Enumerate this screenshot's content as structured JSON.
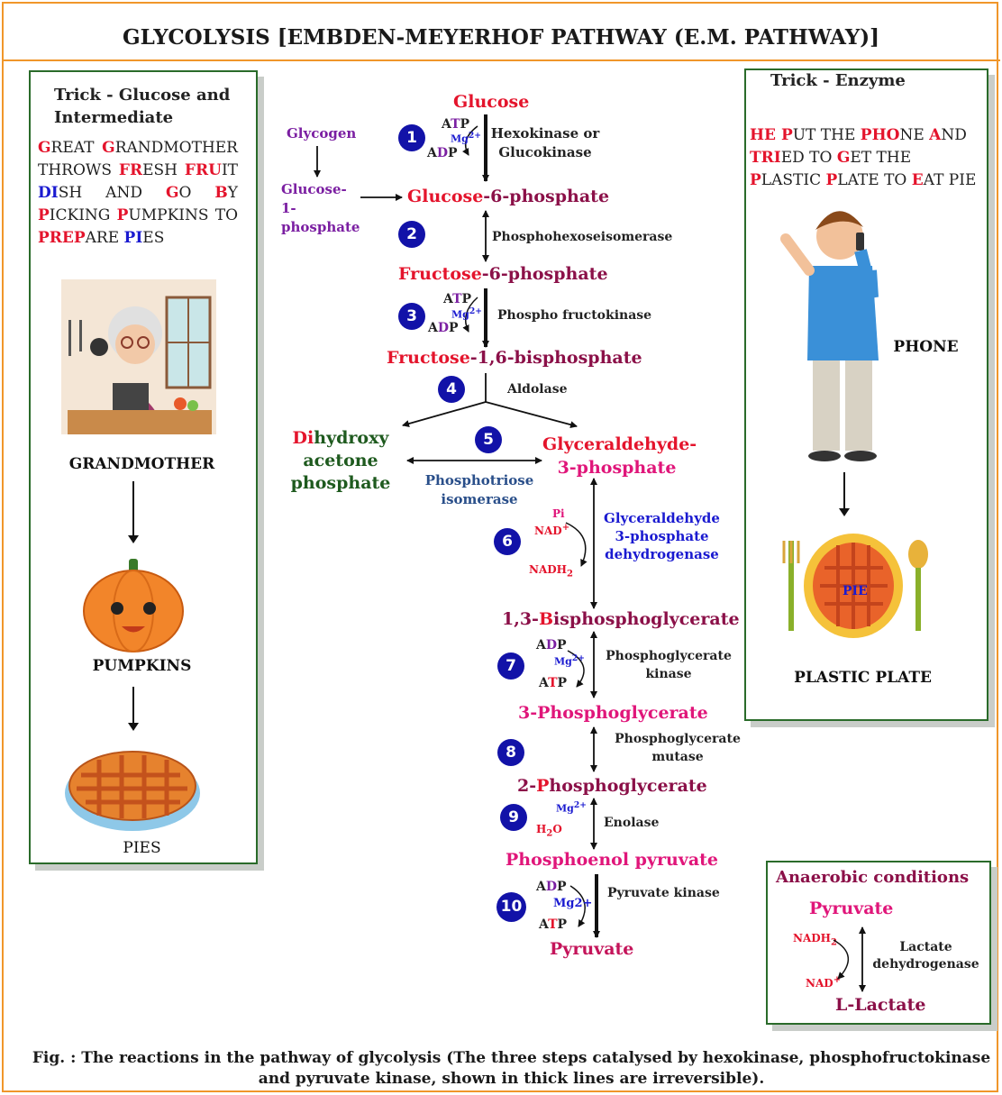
{
  "title": "GLYCOLYSIS [EMBDEN-MEYERHOF PATHWAY (E.M. PATHWAY)]",
  "left_panel": {
    "heading": "Trick - Glucose and Intermediate",
    "mnemonic": "GREAT GRANDMOTHER THROWS FRESH FRUIT DISH AND GO BY PICKING PUMPKINS TO PREPARE PIES",
    "labels": [
      "GRANDMOTHER",
      "PUMPKINS",
      "PIES"
    ]
  },
  "right_panel": {
    "heading": "Trick - Enzyme",
    "mnemonic": "HE PUT THE PHONE AND TRIED TO GET THE PLASTIC PLATE TO EAT PIE",
    "labels": [
      "PHONE",
      "PLASTIC PLATE"
    ],
    "plate_text": "PIE"
  },
  "pathway": {
    "glucose": "Glucose",
    "glycogen": "Glycogen",
    "glucose_1p": "Glucose-1-phosphate",
    "g6p": "Glucose-6-phosphate",
    "f6p": "Fructose-6-phosphate",
    "f16bp": "Fructose-1,6-bisphosphate",
    "dhap": "Dihydroxy acetone phosphate",
    "g3p": "Glyceraldehyde-3-phosphate",
    "bpg13": "1,3-Bisphosphoglycerate",
    "pg3": "3-Phosphoglycerate",
    "pg2": "2-Phosphoglycerate",
    "pep": "Phosphoenol pyruvate",
    "pyruvate": "Pyruvate"
  },
  "enzymes": {
    "e1": "Hexokinase or Glucokinase",
    "e2": "Phosphohexoseisomerase",
    "e3": "Phospho fructokinase",
    "e4": "Aldolase",
    "e5": "Phosphotriose isomerase",
    "e6": "Glyceraldehyde 3-phosphate dehydrogenase",
    "e7": "Phosphoglycerate kinase",
    "e8": "Phosphoglycerate mutase",
    "e9": "Enolase",
    "e10": "Pyruvate kinase"
  },
  "steps": [
    "1",
    "2",
    "3",
    "4",
    "5",
    "6",
    "7",
    "8",
    "9",
    "10"
  ],
  "cofactors": {
    "atp": "ATP",
    "adp": "ADP",
    "mg": "Mg2+",
    "pi": "Pi",
    "nad": "NAD+",
    "nadh2": "NADH2",
    "h2o": "H2O"
  },
  "anaerobic": {
    "heading": "Anaerobic conditions",
    "from": "Pyruvate",
    "enzyme": "Lactate dehydrogenase",
    "to": "L-Lactate",
    "nadh2": "NADH2",
    "nad": "NAD+"
  },
  "caption": "Fig. : The reactions in the pathway of glycolysis (The three steps catalysed by hexokinase, phosphofructokinase and pyruvate kinase, shown in thick lines are irreversible).",
  "colors": {
    "border": "#f0962a",
    "panel_border": "#2a6b2a",
    "step_circle": "#1212a8",
    "red": "#e4142c",
    "maroon": "#8b1048",
    "pink": "#e0167a"
  }
}
